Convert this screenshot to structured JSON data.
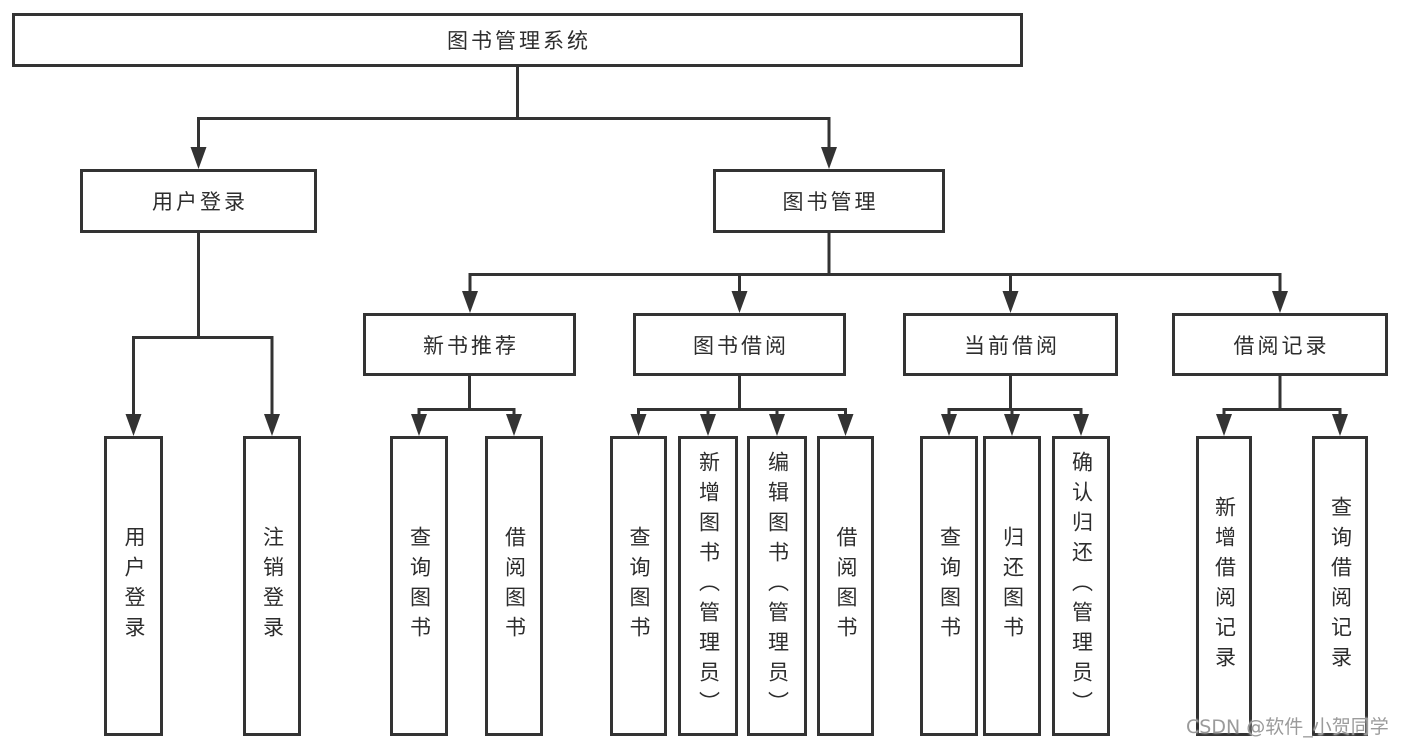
{
  "diagram": {
    "type": "tree",
    "root": {
      "label": "图书管理系统"
    },
    "branches": [
      {
        "label": "用户登录",
        "children": [
          {
            "label": "用户登录"
          },
          {
            "label": "注销登录"
          }
        ]
      },
      {
        "label": "图书管理",
        "children": [
          {
            "label": "新书推荐",
            "children": [
              {
                "label": "查询图书"
              },
              {
                "label": "借阅图书"
              }
            ]
          },
          {
            "label": "图书借阅",
            "children": [
              {
                "label": "查询图书"
              },
              {
                "label": "新增图书（管理员）"
              },
              {
                "label": "编辑图书（管理员）"
              },
              {
                "label": "借阅图书"
              }
            ]
          },
          {
            "label": "当前借阅",
            "children": [
              {
                "label": "查询图书"
              },
              {
                "label": "归还图书"
              },
              {
                "label": "确认归还（管理员）"
              }
            ]
          },
          {
            "label": "借阅记录",
            "children": [
              {
                "label": "新增借阅记录"
              },
              {
                "label": "查询借阅记录"
              }
            ]
          }
        ]
      }
    ],
    "watermark": "CSDN @软件_小贺同学",
    "colors": {
      "line": "#333333",
      "box_border": "#333333",
      "text": "#2d2d2d",
      "watermark": "#9b9b9b",
      "background": "#ffffff"
    }
  }
}
